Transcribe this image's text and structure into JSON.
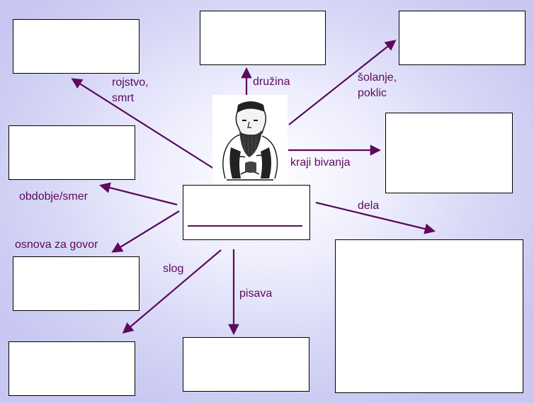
{
  "colors": {
    "arrow": "#5c0a5c",
    "label": "#5c0a5c",
    "box_border": "#000000",
    "box_fill": "#ffffff"
  },
  "portrait": {
    "icon": "engraved-portrait-bearded-man"
  },
  "labels": {
    "birth_death_1": "rojstvo,",
    "birth_death_2": "smrt",
    "family": "družina",
    "education_1": "šolanje,",
    "education_2": "poklic",
    "places": "kraji bivanja",
    "period": "obdobje/smer",
    "works": "dela",
    "speech_basis": "osnova za govor",
    "style": "slog",
    "script": "pisava"
  }
}
